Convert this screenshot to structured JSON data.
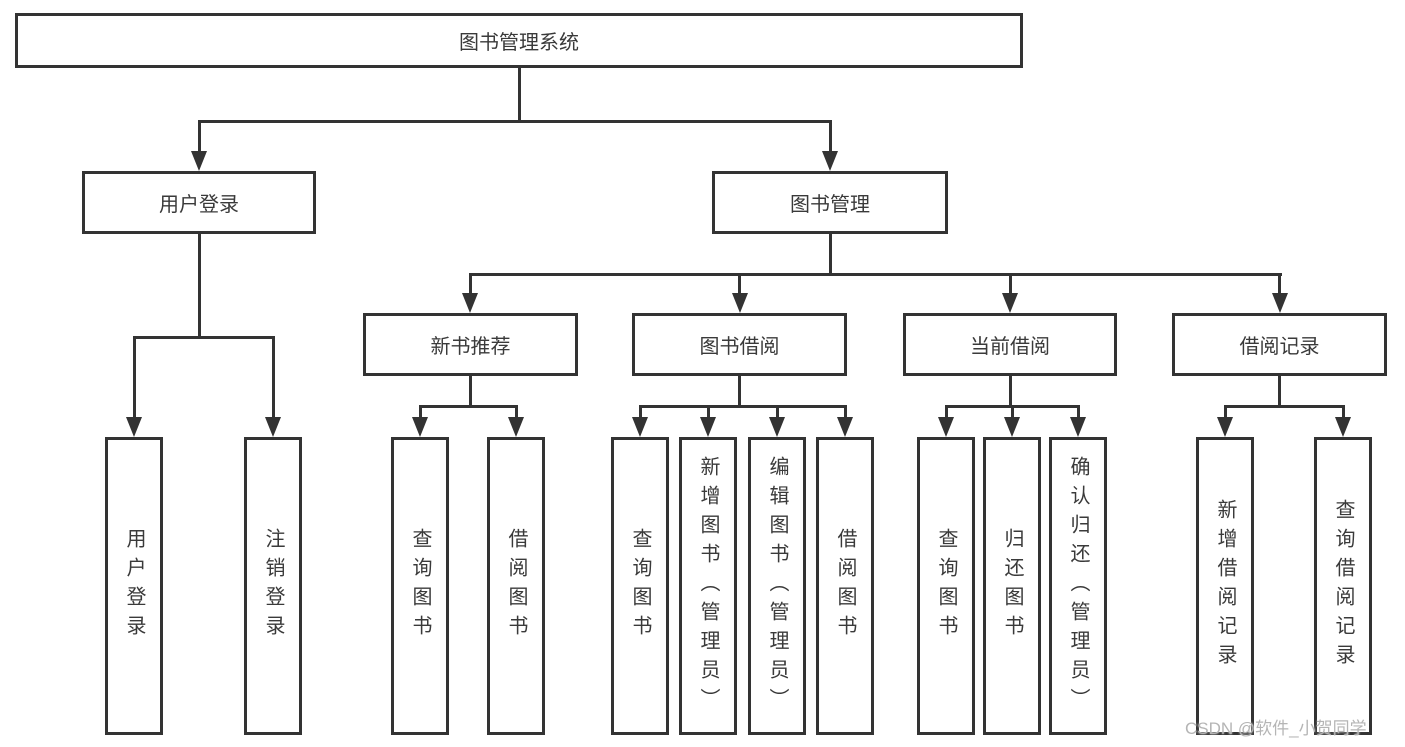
{
  "nodes": {
    "root": "图书管理系统",
    "l2": [
      {
        "label": "用户登录"
      },
      {
        "label": "图书管理"
      }
    ],
    "l3": [
      {
        "label": "新书推荐"
      },
      {
        "label": "图书借阅"
      },
      {
        "label": "当前借阅"
      },
      {
        "label": "借阅记录"
      }
    ],
    "leaves": [
      {
        "label": "用户登录"
      },
      {
        "label": "注销登录"
      },
      {
        "label": "查询图书"
      },
      {
        "label": "借阅图书"
      },
      {
        "label": "查询图书"
      },
      {
        "label": "新增图书（管理员）"
      },
      {
        "label": "编辑图书（管理员）"
      },
      {
        "label": "借阅图书"
      },
      {
        "label": "查询图书"
      },
      {
        "label": "归还图书"
      },
      {
        "label": "确认归还（管理员）"
      },
      {
        "label": "新增借阅记录"
      },
      {
        "label": "查询借阅记录"
      }
    ]
  },
  "watermark": "CSDN @软件_小贺同学",
  "colors": {
    "line": "#333333",
    "text": "#3a3a3a",
    "watermark": "#b5b5b5",
    "background": "#ffffff"
  }
}
